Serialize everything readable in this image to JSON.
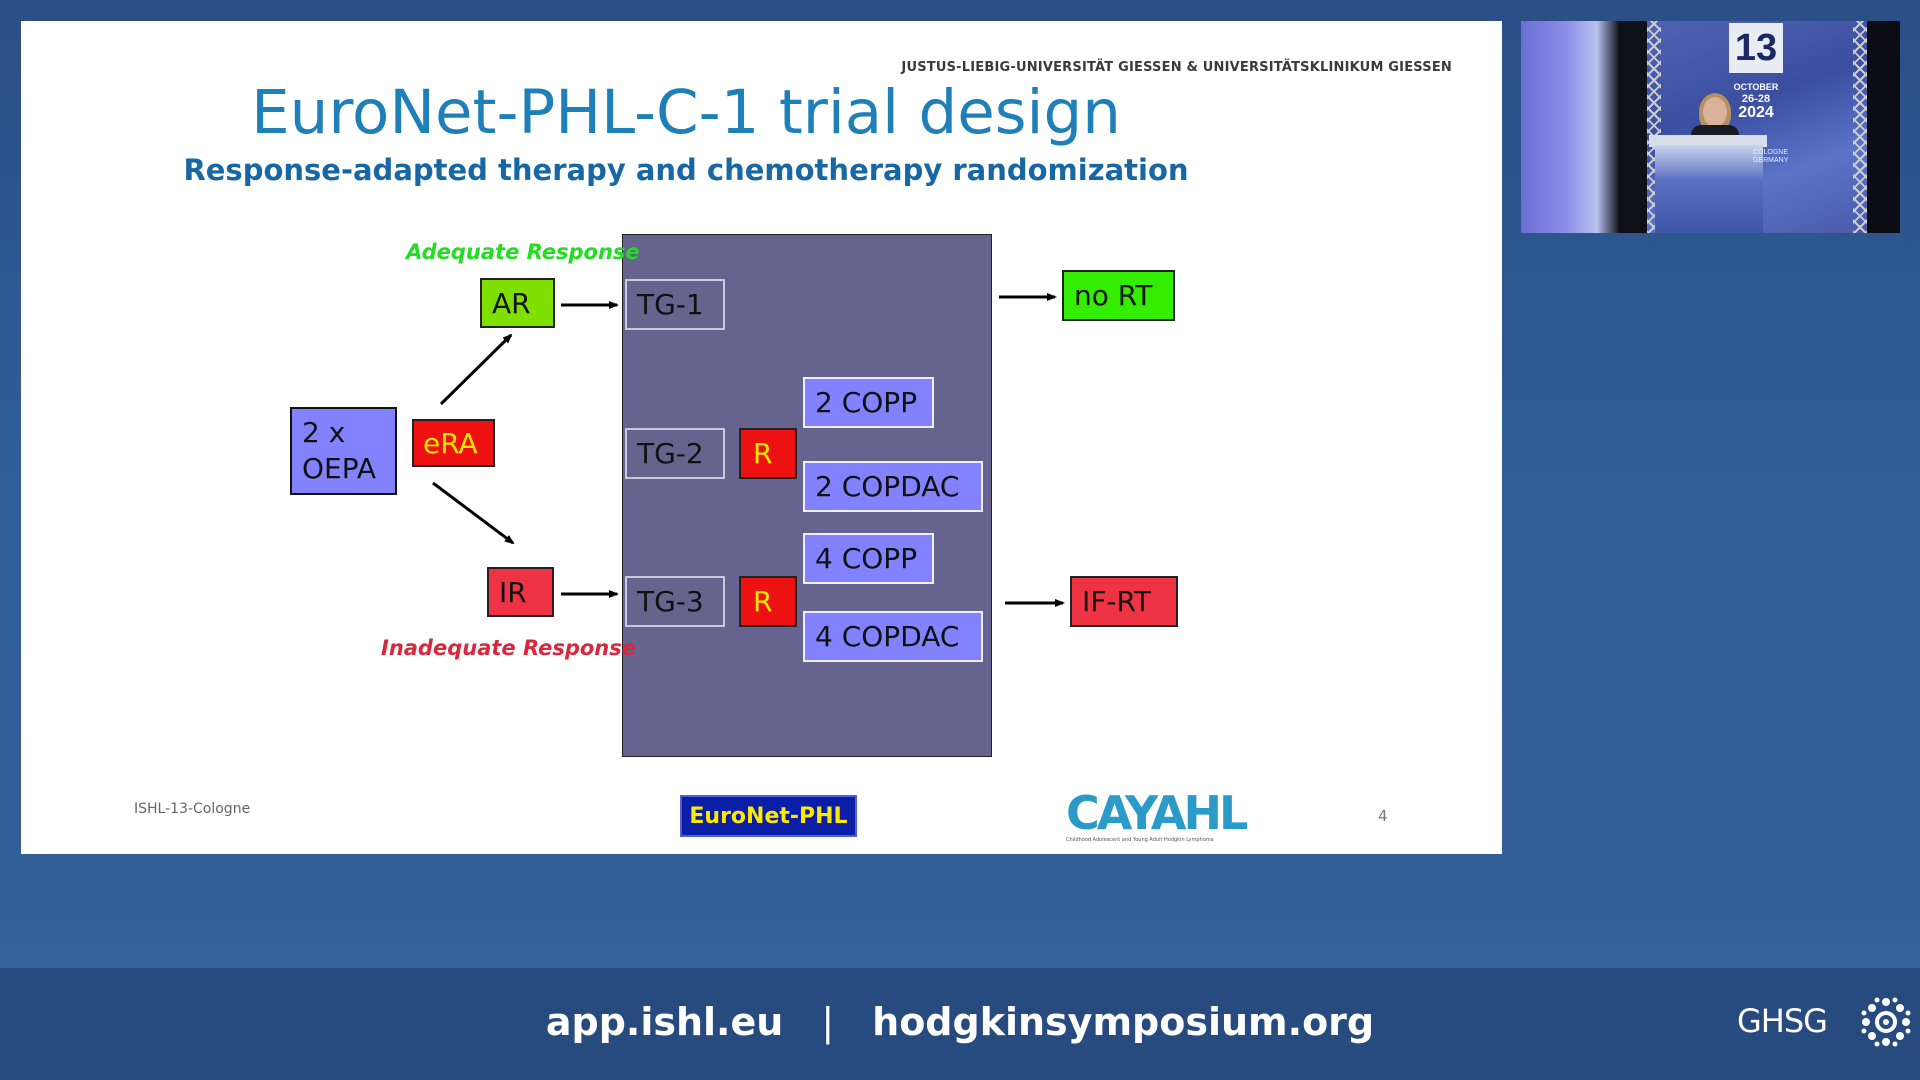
{
  "slide": {
    "institution": "JUSTUS-LIEBIG-UNIVERSITÄT GIESSEN & UNIVERSITÄTSKLINIKUM GIESSEN",
    "title": "EuroNet-PHL-C-1 trial design",
    "subtitle": "Response-adapted therapy and chemotherapy randomization",
    "adequate_label": "Adequate Response",
    "inadequate_label": "Inadequate Response",
    "boxes": {
      "oepa": "2 x\nOEPA",
      "era": "eRA",
      "ar": "AR",
      "ir": "IR",
      "tg1": "TG-1",
      "tg2": "TG-2",
      "tg3": "TG-3",
      "r1": "R",
      "r2": "R",
      "copp2": "2 COPP",
      "copdac2": "2 COPDAC",
      "copp4": "4 COPP",
      "copdac4": "4 COPDAC",
      "no_rt": "no RT",
      "if_rt": "IF-RT"
    },
    "footer_left": "ISHL-13-Cologne",
    "euronet_logo": "EuroNet-PHL",
    "caphl_logo": "CAYAHL",
    "caphl_sub": "Childhood Adolescent and Young Adult Hodgkin Lymphoma",
    "page_number": "4"
  },
  "video": {
    "banner": "13",
    "month": "OCTOBER",
    "days": "26-28",
    "year": "2024",
    "city": "COLOGNE GERMANY"
  },
  "bottom": {
    "url1": "app.ishl.eu",
    "separator": "|",
    "url2": "hodgkinsymposium.org",
    "brand": "GHSG"
  },
  "colors": {
    "title": "#1f7fb9",
    "trial_box": "#66648f",
    "arm_box": "#8282ff",
    "randomization": "#ee1111",
    "no_rt": "#33ee00",
    "if_rt": "#ee3344",
    "bar": "#274a7f"
  }
}
